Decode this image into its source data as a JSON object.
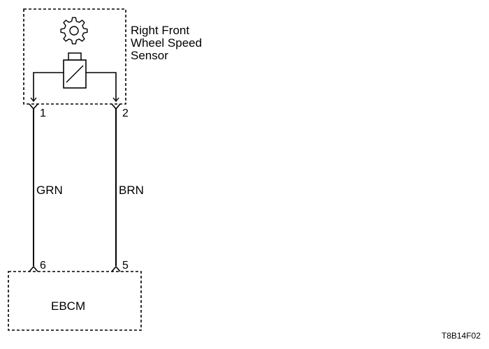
{
  "diagram": {
    "sensor": {
      "label_lines": [
        "Right Front",
        "Wheel Speed",
        "Sensor"
      ],
      "icon": "gear-icon"
    },
    "connector_sensor": {
      "pin_left": "1",
      "pin_right": "2"
    },
    "wires": {
      "left_color": "GRN",
      "right_color": "BRN"
    },
    "connector_module": {
      "pin_left": "6",
      "pin_right": "5"
    },
    "module": {
      "label": "EBCM"
    },
    "figure_code": "T8B14F02"
  }
}
